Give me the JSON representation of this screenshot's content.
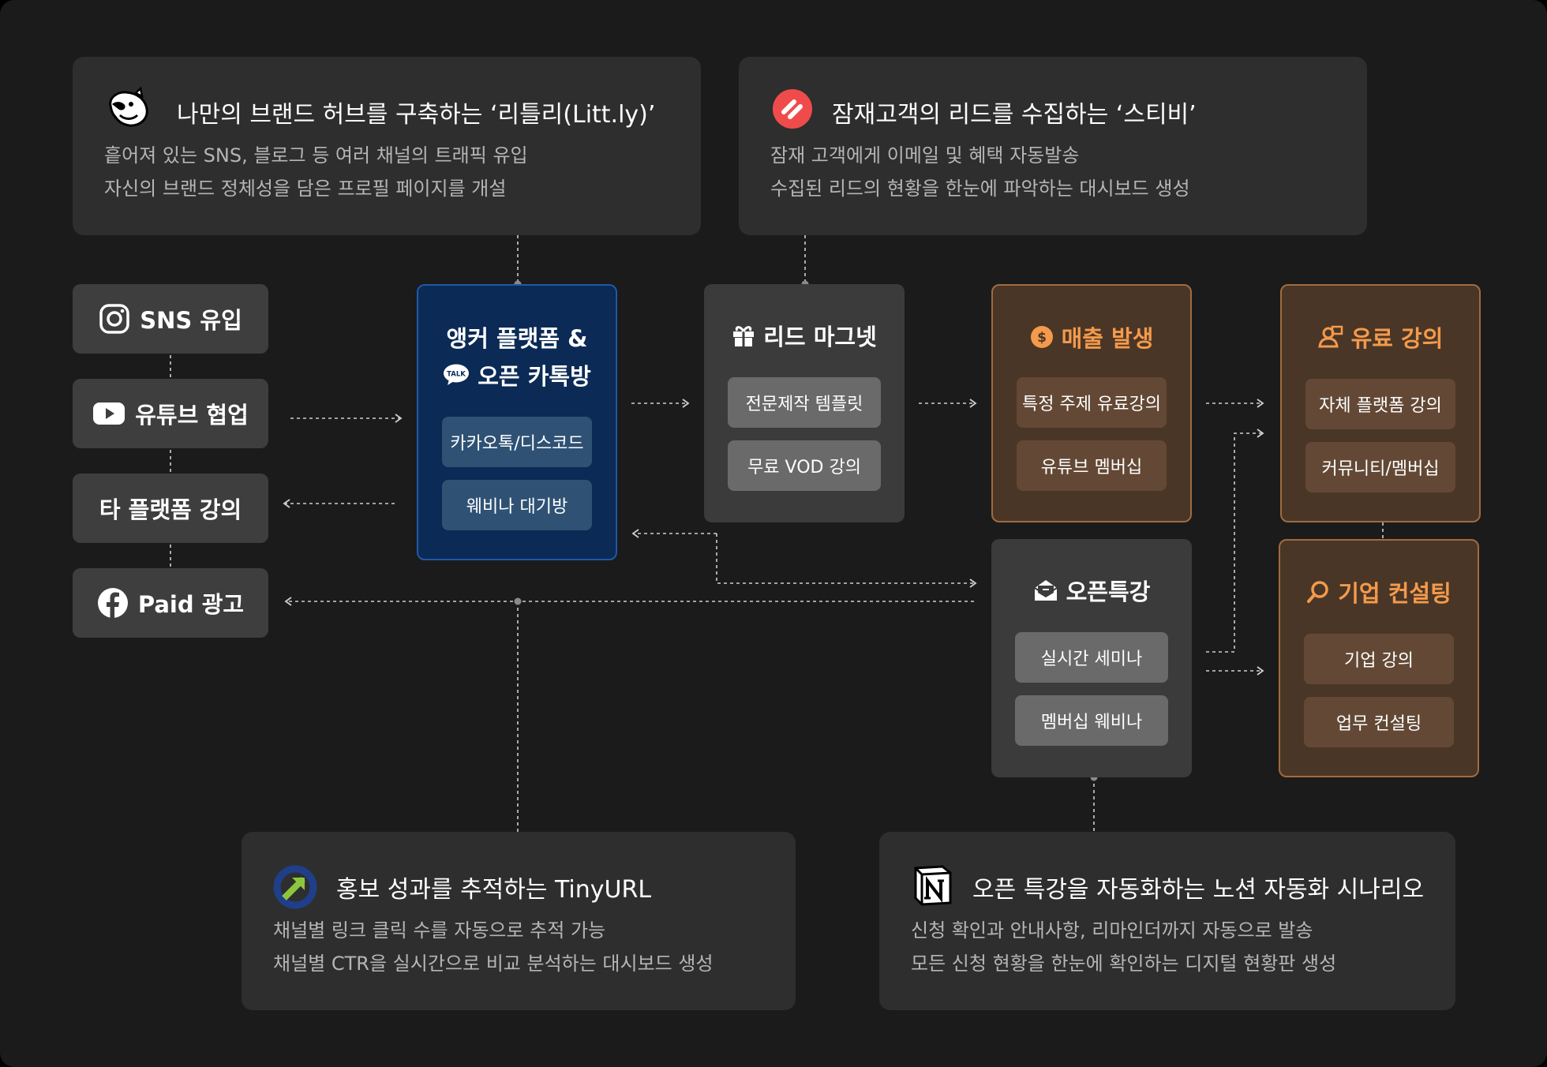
{
  "info_boxes": {
    "littly": {
      "title": "나만의 브랜드 허브를 구축하는 ‘리틀리(Litt.ly)’",
      "line1": "흩어져 있는 SNS, 블로그 등 여러 채널의 트래픽 유입",
      "line2": "자신의 브랜드 정체성을 담은 프로필 페이지를 개설",
      "icon": "littly-logo-icon"
    },
    "stibee": {
      "title": "잠재고객의 리드를 수집하는 ‘스티비’",
      "line1": "잠재 고객에게 이메일 및 혜택 자동발송",
      "line2": "수집된 리드의 현황을 한눈에 파악하는 대시보드 생성",
      "icon": "stibee-logo-icon"
    },
    "tinyurl": {
      "title": "홍보 성과를 추적하는 TinyURL",
      "line1": "채널별 링크 클릭 수를 자동으로 추적 가능",
      "line2": "채널별 CTR을 실시간으로 비교 분석하는 대시보드 생성",
      "icon": "tinyurl-logo-icon"
    },
    "notion": {
      "title": "오픈 특강을 자동화하는 노션 자동화 시나리오",
      "line1": "신청 확인과 안내사항, 리마인더까지 자동으로 발송",
      "line2": "모든 신청 현황을 한눈에 확인하는 디지털 현황판 생성",
      "icon": "notion-logo-icon"
    }
  },
  "sources": [
    {
      "label": "SNS 유입",
      "icon": "instagram-icon"
    },
    {
      "label": "유튜브 협업",
      "icon": "youtube-icon"
    },
    {
      "label": "타 플랫폼 강의",
      "icon": ""
    },
    {
      "label": "Paid 광고",
      "icon": "facebook-icon"
    }
  ],
  "cards": {
    "anchor": {
      "title1": "앵커 플랫폼 &",
      "title2": "오픈 카톡방",
      "items": [
        "카카오톡/디스코드",
        "웨비나 대기방"
      ],
      "icon": "kakaotalk-icon"
    },
    "lead": {
      "title": "리드 마그넷",
      "items": [
        "전문제작 템플릿",
        "무료 VOD 강의"
      ],
      "icon": "gift-icon"
    },
    "sales": {
      "title": "매출 발생",
      "items": [
        "특정 주제 유료강의",
        "유튜브 멤버십"
      ],
      "icon": "dollar-icon"
    },
    "paid": {
      "title": "유료 강의",
      "items": [
        "자체 플랫폼 강의",
        "커뮤니티/멤버십"
      ],
      "icon": "teacher-icon"
    },
    "open": {
      "title": "오픈특강",
      "items": [
        "실시간 세미나",
        "멤버십 웨비나"
      ],
      "icon": "mail-open-icon"
    },
    "consult": {
      "title": "기업 컨설팅",
      "items": [
        "기업 강의",
        "업무 컨설팅"
      ],
      "icon": "search-icon"
    }
  },
  "colors": {
    "background": "#1b1b1b",
    "blue_card": "#0b2a55",
    "brown_card": "#4a3626",
    "accent_orange": "#f39a4c"
  }
}
